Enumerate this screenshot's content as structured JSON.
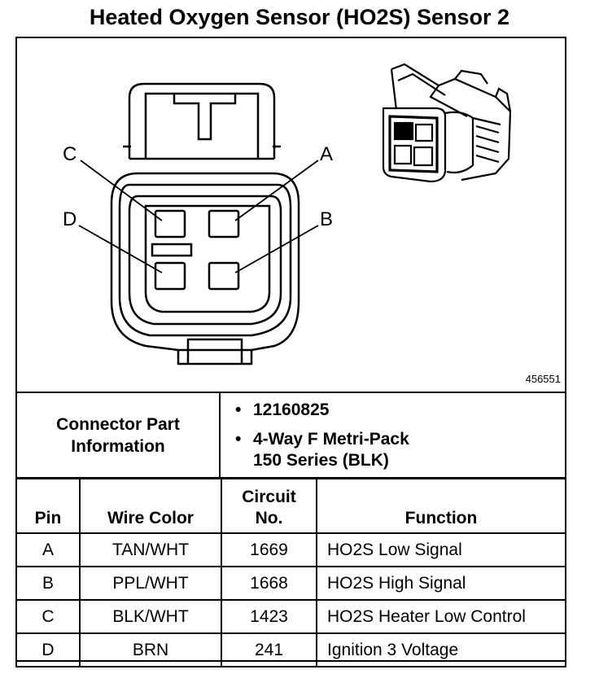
{
  "title": "Heated Oxygen Sensor (HO2S) Sensor 2",
  "figure_number": "456551",
  "pin_labels": {
    "a": "A",
    "b": "B",
    "c": "C",
    "d": "D"
  },
  "connector_part": {
    "label_line1": "Connector Part",
    "label_line2": "Information",
    "part_number": "12160825",
    "description_line1": "4-Way F Metri-Pack",
    "description_line2": "150 Series (BLK)",
    "bullet": "•"
  },
  "pin_table": {
    "headers": {
      "pin": "Pin",
      "wire_color": "Wire Color",
      "circuit_line1": "Circuit",
      "circuit_line2": "No.",
      "function": "Function"
    },
    "rows": [
      {
        "pin": "A",
        "wire_color": "TAN/WHT",
        "circuit": "1669",
        "function": "HO2S Low Signal"
      },
      {
        "pin": "B",
        "wire_color": "PPL/WHT",
        "circuit": "1668",
        "function": "HO2S High Signal"
      },
      {
        "pin": "C",
        "wire_color": "BLK/WHT",
        "circuit": "1423",
        "function": "HO2S Heater Low Control"
      },
      {
        "pin": "D",
        "wire_color": "BRN",
        "circuit": "241",
        "function": "Ignition 3 Voltage"
      }
    ]
  }
}
